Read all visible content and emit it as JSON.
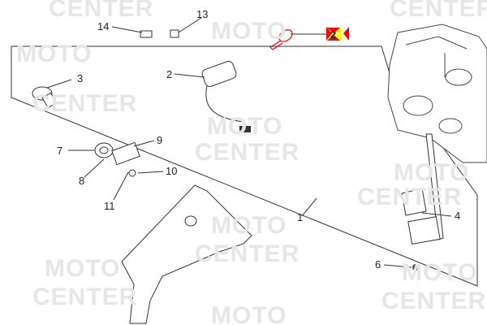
{
  "watermark": {
    "line1": "MOTO",
    "line2": "CENTER"
  },
  "callouts": {
    "c14": "14",
    "c13": "13",
    "c2_selected": "2",
    "c3": "3",
    "c2": "2",
    "c9": "9",
    "c7": "7",
    "c8": "8",
    "c10": "10",
    "c11": "11",
    "c1": "1",
    "c4": "4",
    "c6": "6"
  },
  "colors": {
    "highlight": "#ff0000",
    "highlight_bg": "#ffff33"
  }
}
